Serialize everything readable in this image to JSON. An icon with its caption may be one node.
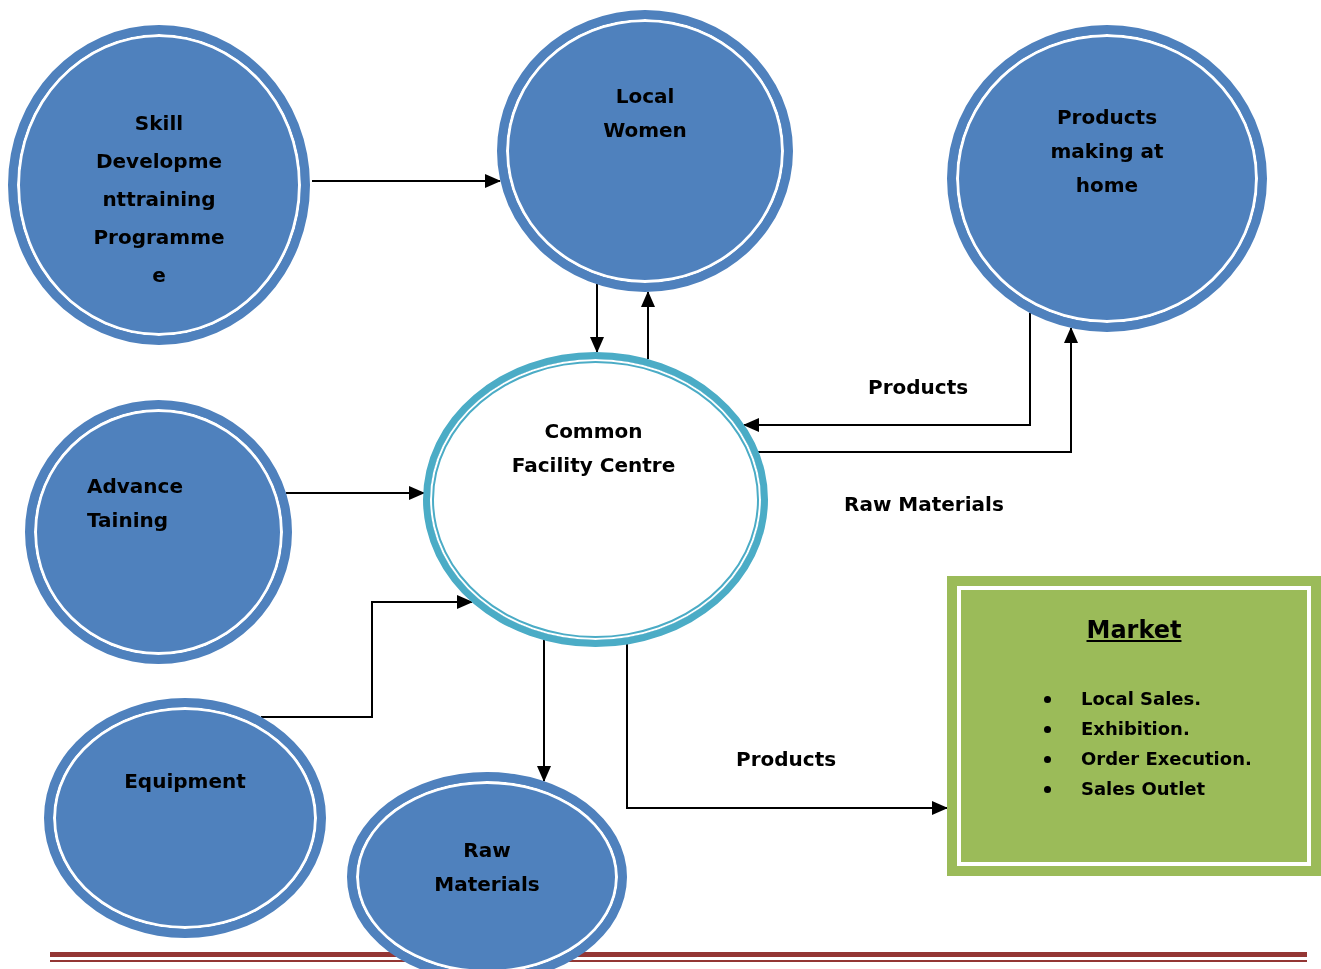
{
  "diagram": {
    "nodes": [
      {
        "text": [
          "Skill Developme nttraining Programme e"
        ]
      },
      {
        "text": [
          "Local Women"
        ]
      },
      {
        "text": [
          "Products making at home"
        ]
      },
      {
        "text": [
          "Common Facility Centre"
        ]
      },
      {
        "text": [
          "Advance Taining"
        ]
      },
      {
        "text": [
          "Equipment"
        ]
      },
      {
        "text": [
          "Raw Materials"
        ]
      },
      {
        "text": [
          "Market",
          "Local Sales.",
          "Exhibition.",
          "Order Execution.",
          "Sales Outlet"
        ]
      }
    ],
    "edges": [
      {
        "from": 0,
        "to": 1,
        "arrow": "to"
      },
      {
        "from": 1,
        "to": 3,
        "arrow": "to"
      },
      {
        "from": 3,
        "to": 1,
        "arrow": "to"
      },
      {
        "from": 2,
        "to": 3,
        "label": "Products",
        "arrow": "to"
      },
      {
        "from": 3,
        "to": 2,
        "label": "Raw Materials",
        "arrow": "to"
      },
      {
        "from": 4,
        "to": 3,
        "arrow": "to"
      },
      {
        "from": 5,
        "to": 3,
        "arrow": "to"
      },
      {
        "from": 3,
        "to": 6,
        "arrow": "to"
      },
      {
        "from": 3,
        "to": 7,
        "label": "Products",
        "arrow": "to"
      }
    ]
  }
}
